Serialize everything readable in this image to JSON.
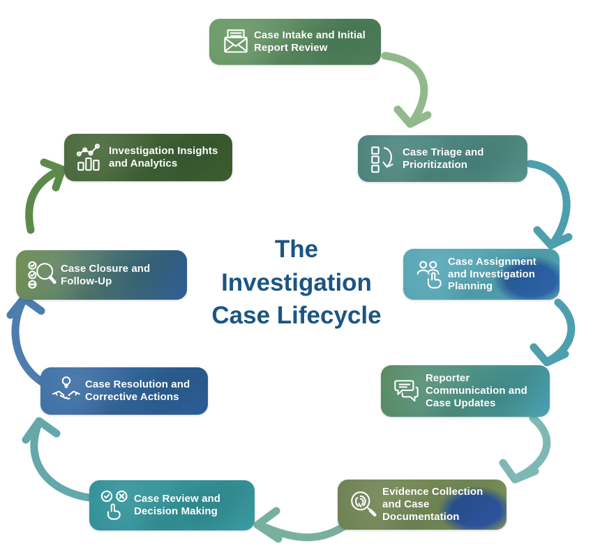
{
  "title": {
    "text": "The Investigation Case Lifecycle",
    "color": "#1b5583"
  },
  "nodes": [
    {
      "label": "Case Intake and Initial Report Review",
      "icon": "mail-icon",
      "colors": [
        "#6c9b66",
        "#4d7c58"
      ]
    },
    {
      "label": "Case Triage and Prioritization",
      "icon": "triage-list-arrow-icon",
      "colors": [
        "#48807a",
        "#579189"
      ]
    },
    {
      "label": "Case Assignment and Investigation Planning",
      "icon": "assignment-hand-icon",
      "colors": [
        "#55a5b4",
        "#57a8b8",
        "#2f63aa"
      ]
    },
    {
      "label": "Reporter Communication and Case Updates",
      "icon": "chat-bubbles-icon",
      "colors": [
        "#55875d",
        "#4aa0b0"
      ]
    },
    {
      "label": "Evidence Collection and Case Documentation",
      "icon": "fingerprint-magnifier-icon",
      "colors": [
        "#697e4f",
        "#82955c",
        "#2e55a0"
      ]
    },
    {
      "label": "Case Review and Decision Making",
      "icon": "decision-hand-icon",
      "colors": [
        "#2e8f96",
        "#3a9aa0"
      ]
    },
    {
      "label": "Case Resolution and Corrective Actions",
      "icon": "handshake-idea-icon",
      "colors": [
        "#3f71a6",
        "#2b5c96"
      ]
    },
    {
      "label": "Case Closure and Follow-Up",
      "icon": "checklist-magnifier-icon",
      "colors": [
        "#6f8d50",
        "#2e5e95"
      ]
    },
    {
      "label": "Investigation Insights and Analytics",
      "icon": "analytics-chart-icon",
      "colors": [
        "#49683b",
        "#3c5c2e"
      ]
    }
  ],
  "arrows": [
    {
      "from": "case-intake",
      "to": "case-triage",
      "color": "#92b98c"
    },
    {
      "from": "case-triage",
      "to": "case-assignment",
      "color": "#4d9fae"
    },
    {
      "from": "case-assignment",
      "to": "reporter-comm",
      "color": "#4d9fae"
    },
    {
      "from": "reporter-comm",
      "to": "evidence-collection",
      "color": "#7db8b4"
    },
    {
      "from": "evidence-collection",
      "to": "case-review",
      "color": "#78b09c"
    },
    {
      "from": "case-review",
      "to": "case-resolution",
      "color": "#64a8aa"
    },
    {
      "from": "case-resolution",
      "to": "case-closure",
      "color": "#4e7cad"
    },
    {
      "from": "case-closure",
      "to": "insights-analytics",
      "color": "#5c8a4b"
    }
  ]
}
